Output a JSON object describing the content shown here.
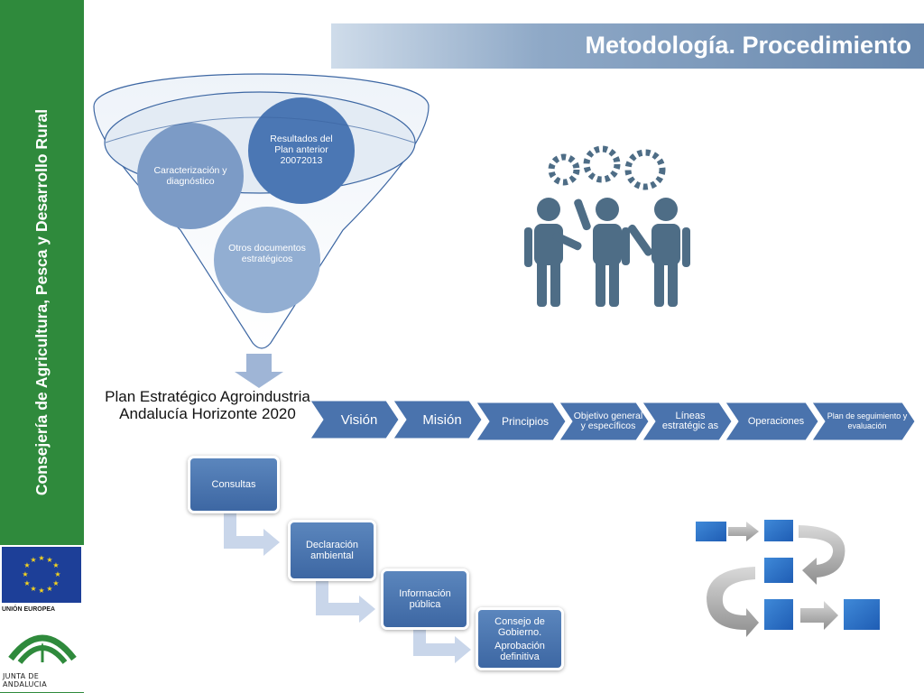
{
  "sidebar": {
    "title": "Consejería de Agricultura, Pesca y Desarrollo Rural",
    "eu_label": "UNIÓN EUROPEA",
    "junta_label": "JUNTA DE ANDALUCIA"
  },
  "header": {
    "title": "Metodología. Procedimiento"
  },
  "funnel": {
    "circle_1": "Caracterización y diagnóstico",
    "circle_2": "Resultados del Plan anterior 20072013",
    "circle_3": "Otros documentos estratégicos"
  },
  "plan_title": "Plan Estratégico Agroindustria Andalucía Horizonte 2020",
  "chevrons": [
    "Visión",
    "Misión",
    "Principios",
    "Objetivo general y específicos",
    "Líneas estratégic as",
    "Operaciones",
    "Plan de seguimiento y evaluación"
  ],
  "steps": {
    "consultas": "Consultas",
    "declaracion": "Declaración ambiental",
    "informacion": "Información pública",
    "consejo_1": "Consejo de Gobierno.",
    "consejo_2": "Aprobación definitiva"
  },
  "colors": {
    "sidebar_green": "#2f8a3c",
    "primary_blue": "#3d67a3",
    "icon_slate": "#4e6d86"
  },
  "icons": [
    "team-gears-icon",
    "process-cycle-icon",
    "eu-flag-icon",
    "junta-logo-icon"
  ]
}
